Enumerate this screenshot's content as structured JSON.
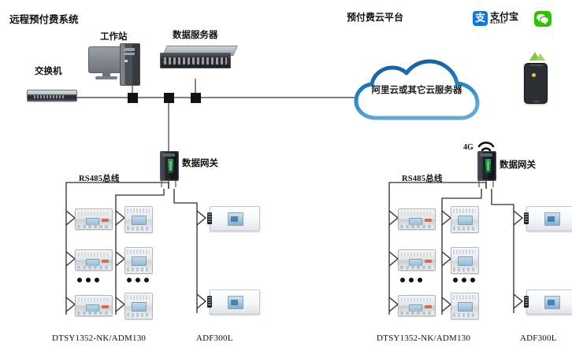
{
  "titles": {
    "left_system": "远程预付费系统",
    "right_platform": "预付费云平台"
  },
  "left_section": {
    "switch_label": "交换机",
    "workstation_label": "工作站",
    "server_label": "数据服务器",
    "gateway_label": "数据网关",
    "bus_label": "RS485总线",
    "meter_group_label": "DTSY1352-NK/ADM130",
    "panel_group_label": "ADF300L"
  },
  "right_section": {
    "gateway_label": "数据网关",
    "network_label": "4G",
    "bus_label": "RS485总线",
    "meter_group_label": "DTSY1352-NK/ADM130",
    "panel_group_label": "ADF300L"
  },
  "cloud": {
    "label": "阿里云或其它云服务器"
  },
  "payment": {
    "alipay_glyph": "支",
    "alipay_cn": "支付宝",
    "alipay_en": "ALIPAY",
    "wechat_name": "wechat-logo"
  },
  "icons": {
    "switch": "network-switch-icon",
    "workstation": "workstation-computer-icon",
    "server": "rack-server-icon",
    "gateway": "data-gateway-icon",
    "cloud": "cloud-icon",
    "phone": "smartphone-icon",
    "wifi": "wifi-signal-icon",
    "din_meter": "din-rail-meter-icon",
    "adm_meter": "adm130-meter-icon",
    "adf_panel": "adf300l-panel-icon",
    "ellipsis": "ellipsis-dots-icon"
  },
  "colors": {
    "cloud_outline": "#1f6fad",
    "alipay_blue": "#1677d2",
    "wechat_green": "#2dc100",
    "line": "#4a4a4a"
  }
}
